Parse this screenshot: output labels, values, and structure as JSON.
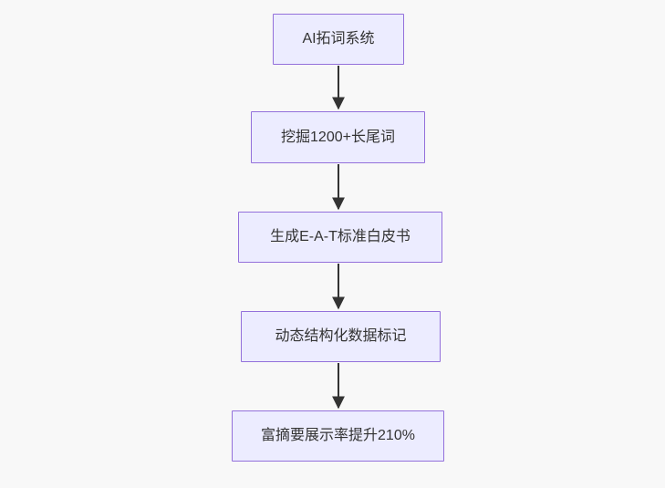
{
  "diagram": {
    "type": "flowchart",
    "direction": "top-down",
    "nodes": [
      {
        "id": "n1",
        "label": "AI拓词系统"
      },
      {
        "id": "n2",
        "label": "挖掘1200+长尾词"
      },
      {
        "id": "n3",
        "label": "生成E-A-T标准白皮书"
      },
      {
        "id": "n4",
        "label": "动态结构化数据标记"
      },
      {
        "id": "n5",
        "label": "富摘要展示率提升210%"
      }
    ],
    "edges": [
      {
        "from": "n1",
        "to": "n2"
      },
      {
        "from": "n2",
        "to": "n3"
      },
      {
        "from": "n3",
        "to": "n4"
      },
      {
        "from": "n4",
        "to": "n5"
      }
    ],
    "colors": {
      "background": "#F8F8F8",
      "node_fill": "#ECECFF",
      "node_border": "#9370DB",
      "node_text": "#333333",
      "arrow": "#333333"
    }
  }
}
